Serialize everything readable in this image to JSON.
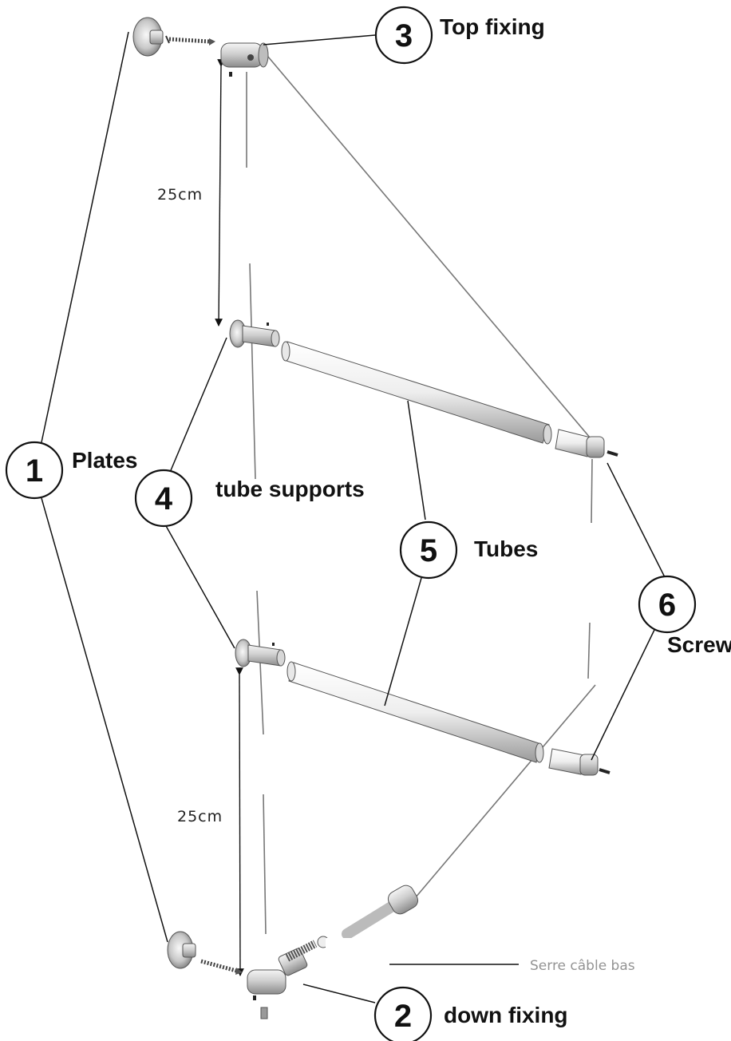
{
  "callouts": [
    {
      "number": "1",
      "label": "Plates"
    },
    {
      "number": "2",
      "label": "down fixing"
    },
    {
      "number": "3",
      "label": "Top fixing"
    },
    {
      "number": "4",
      "label": "tube supports"
    },
    {
      "number": "5",
      "label": "Tubes"
    },
    {
      "number": "6",
      "label": "Screw"
    }
  ],
  "dimensions": {
    "top_spacing": "25cm",
    "bottom_spacing": "25cm"
  },
  "faint_text": "Serre câble bas"
}
